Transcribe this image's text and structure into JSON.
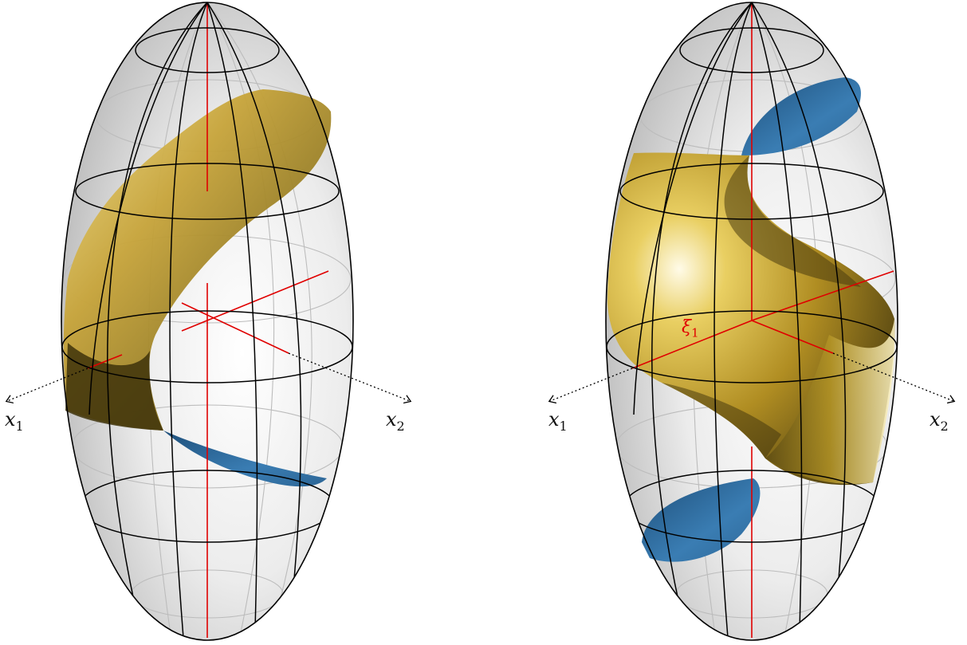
{
  "figures": [
    {
      "id": "left",
      "axis_labels": {
        "x1": "x",
        "x1_sub": "1",
        "x2": "x",
        "x2_sub": "2"
      }
    },
    {
      "id": "right",
      "axis_labels": {
        "x1": "x",
        "x1_sub": "1",
        "x2": "x",
        "x2_sub": "2"
      },
      "annotation": {
        "text": "ξ",
        "sub": "1"
      }
    }
  ],
  "colors": {
    "surface_gold": "#c9a227",
    "surface_blue": "#2f6fa5",
    "axis_red": "#e00000",
    "grid_black": "#000000",
    "grid_grey": "#b8b8b8"
  }
}
